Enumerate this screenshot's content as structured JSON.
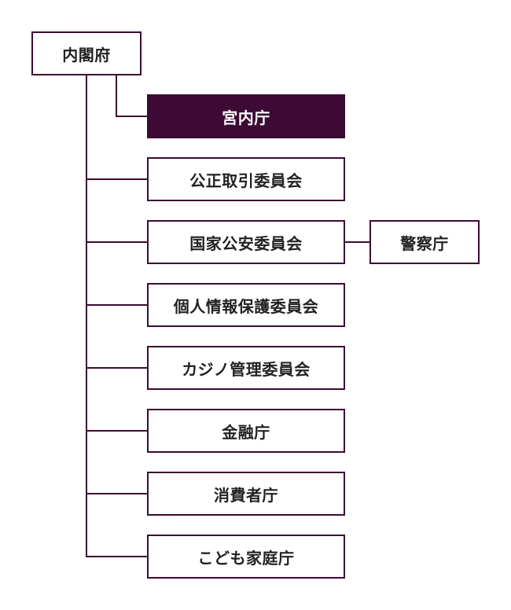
{
  "root": {
    "label": "内閣府"
  },
  "highlighted": {
    "label": "宮内庁"
  },
  "branches": [
    {
      "label": "公正取引委員会"
    },
    {
      "label": "国家公安委員会",
      "child": {
        "label": "警察庁"
      }
    },
    {
      "label": "個人情報保護委員会"
    },
    {
      "label": "カジノ管理委員会"
    },
    {
      "label": "金融庁"
    },
    {
      "label": "消費者庁"
    },
    {
      "label": "こども家庭庁"
    }
  ],
  "colors": {
    "line": "#3d0a35",
    "highlight_fill": "#3d0a35",
    "text": "#222222"
  }
}
